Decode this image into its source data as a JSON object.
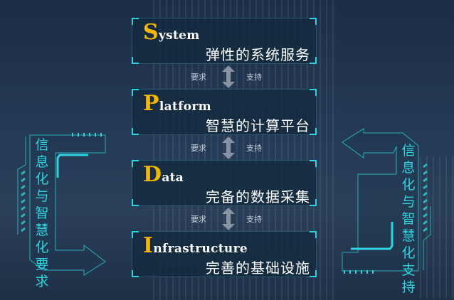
{
  "layers": [
    {
      "initial": "S",
      "rest": "ystem",
      "zh": "弹性的系统服务"
    },
    {
      "initial": "P",
      "rest": "latform",
      "zh": "智慧的计算平台"
    },
    {
      "initial": "D",
      "rest": "ata",
      "zh": "完备的数据采集"
    },
    {
      "initial": "I",
      "rest": "nfrastructure",
      "zh": "完善的基础设施"
    }
  ],
  "connectors": {
    "left": "要求",
    "right": "支持"
  },
  "side": {
    "left": "信息化与智慧化要求",
    "right": "信息化与智慧化支持"
  },
  "colors": {
    "accent": "#2fd3e0",
    "initial": "#f2b705"
  }
}
